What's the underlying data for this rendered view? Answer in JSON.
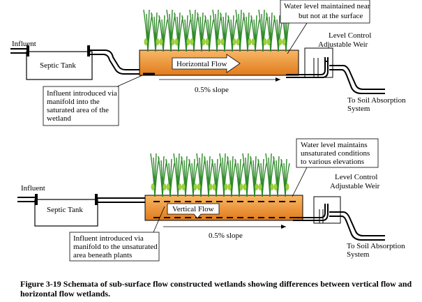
{
  "colors": {
    "wetland_fill": "#e8862c",
    "wetland_fill_light": "#f6b25e",
    "plant_green": "#2f8a2a",
    "leaf_green": "#9bd13c",
    "pipe": "#000000",
    "background": "#ffffff"
  },
  "top": {
    "influent": "Influent",
    "septic_tank": "Septic Tank",
    "flow_label": "Horizontal Flow",
    "slope": "0.5% slope",
    "water_note": [
      "Water level maintained near",
      "but not at the surface"
    ],
    "weir": [
      "Level Control",
      "Adjustable Weir"
    ],
    "absorption": [
      "To Soil Absorption",
      "System"
    ],
    "manifold_note": [
      "Influent introduced via",
      "manifold into the",
      "saturated area of the",
      "wetland"
    ]
  },
  "bottom": {
    "influent": "Influent",
    "septic_tank": "Septic Tank",
    "flow_label": "Vertical Flow",
    "slope": "0.5% slope",
    "water_note": [
      "Water level maintains",
      "unsaturated conditions",
      "to various elevations"
    ],
    "weir": [
      "Level Control",
      "Adjustable Weir"
    ],
    "absorption": [
      "To Soil Absorption",
      "System"
    ],
    "manifold_note": [
      "Influent introduced via",
      "manifold to the unsaturated",
      "area beneath plants"
    ]
  },
  "caption": "Figure 3-19 Schemata of sub-surface flow constructed wetlands showing differences between vertical flow and horizontal flow wetlands.",
  "icons": [
    "plant-icon",
    "arrow-icon"
  ]
}
